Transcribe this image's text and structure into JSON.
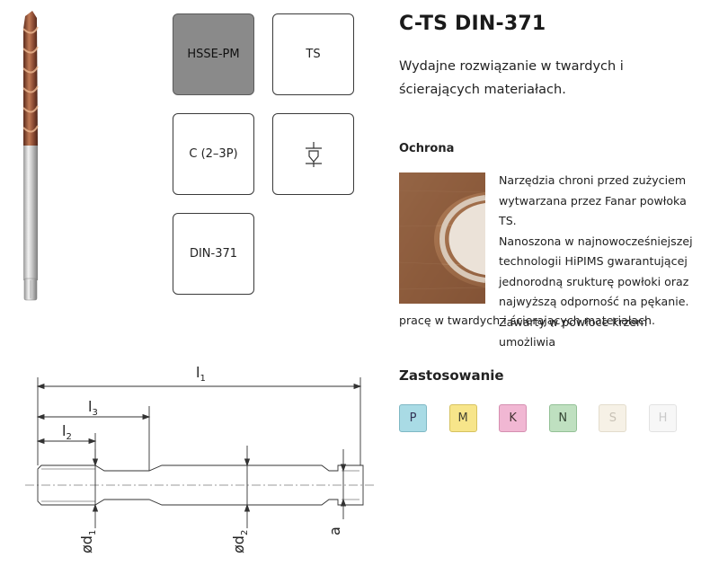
{
  "tiles": {
    "material": "HSSE-PM",
    "coating": "TS",
    "chamfer": "C (2–3P)",
    "icon": "thread-profile-icon",
    "standard": "DIN-371"
  },
  "product": {
    "title": "C-TS DIN-371",
    "description": "Wydajne rozwiązanie w twardych i ścierających materiałach."
  },
  "protection": {
    "heading": "Ochrona",
    "lines": [
      "Narzędzia chroni przed zużyciem",
      "wytwarzana przez Fanar powłoka TS.",
      "Nanoszona w najnowocześniejszej",
      "technologii HiPIMS gwarantującej",
      "jednorodną srukturę powłoki oraz",
      "najwyższą odporność na pękanie.",
      "Zawarty w powłoce krzem umożliwia"
    ],
    "last_line": "pracę w twardych i ścierających materiałach."
  },
  "application": {
    "heading": "Zastosowanie",
    "groups": [
      {
        "label": "P",
        "bg": "#a9dbe5",
        "border": "#7fb8c4",
        "color": "#335"
      },
      {
        "label": "M",
        "bg": "#f7e58a",
        "border": "#d6c260",
        "color": "#443"
      },
      {
        "label": "K",
        "bg": "#f1b7d3",
        "border": "#d58fb1",
        "color": "#433"
      },
      {
        "label": "N",
        "bg": "#bfe0c0",
        "border": "#93c096",
        "color": "#343"
      },
      {
        "label": "S",
        "bg": "#f6f1e6",
        "border": "#e3dccc",
        "color": "#c8c2b6"
      },
      {
        "label": "H",
        "bg": "#f7f7f7",
        "border": "#e2e2e2",
        "color": "#c9c9c9"
      }
    ]
  },
  "drawing": {
    "l1": "l",
    "l1_sub": "1",
    "l2": "l",
    "l2_sub": "2",
    "l3": "l",
    "l3_sub": "3",
    "d1": "ød",
    "d1_sub": "1",
    "d2": "ød",
    "d2_sub": "2",
    "a": "a"
  }
}
